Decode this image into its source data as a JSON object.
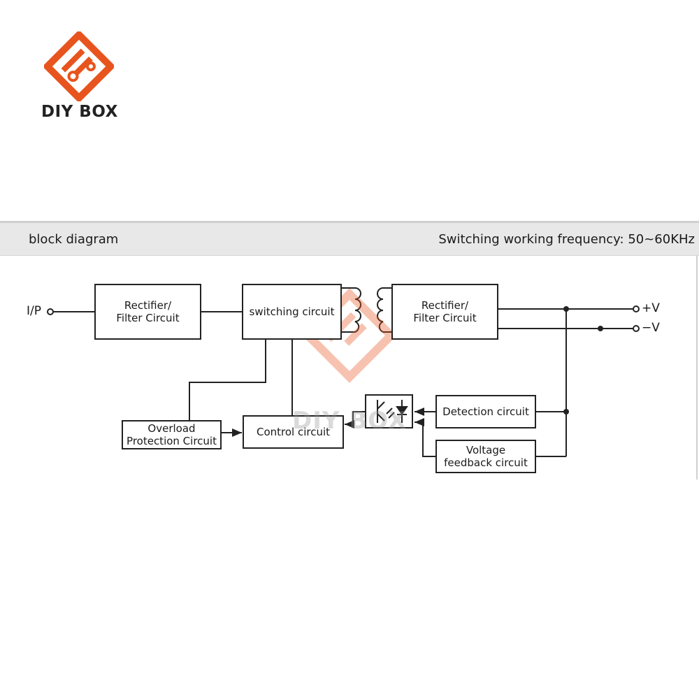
{
  "brand": {
    "name": "DIY BOX",
    "color": "#e8541e"
  },
  "header": {
    "title": "block diagram",
    "frequency": "Switching working frequency: 50~60KHz"
  },
  "diagram": {
    "input_label": "I/P",
    "output_pos": "+V",
    "output_neg": "−V",
    "blocks": {
      "rectifier_in": "Rectifier/\nFilter Circuit",
      "switching": "switching circuit",
      "rectifier_out": "Rectifier/\nFilter Circuit",
      "overload": "Overload\nProtection Circuit",
      "control": "Control circuit",
      "detection": "Detection circuit",
      "voltage_feedback": "Voltage\nfeedback circuit"
    },
    "icons": [
      "transformer-icon",
      "optocoupler-icon"
    ]
  },
  "watermark": {
    "text": "DIY BOX"
  }
}
